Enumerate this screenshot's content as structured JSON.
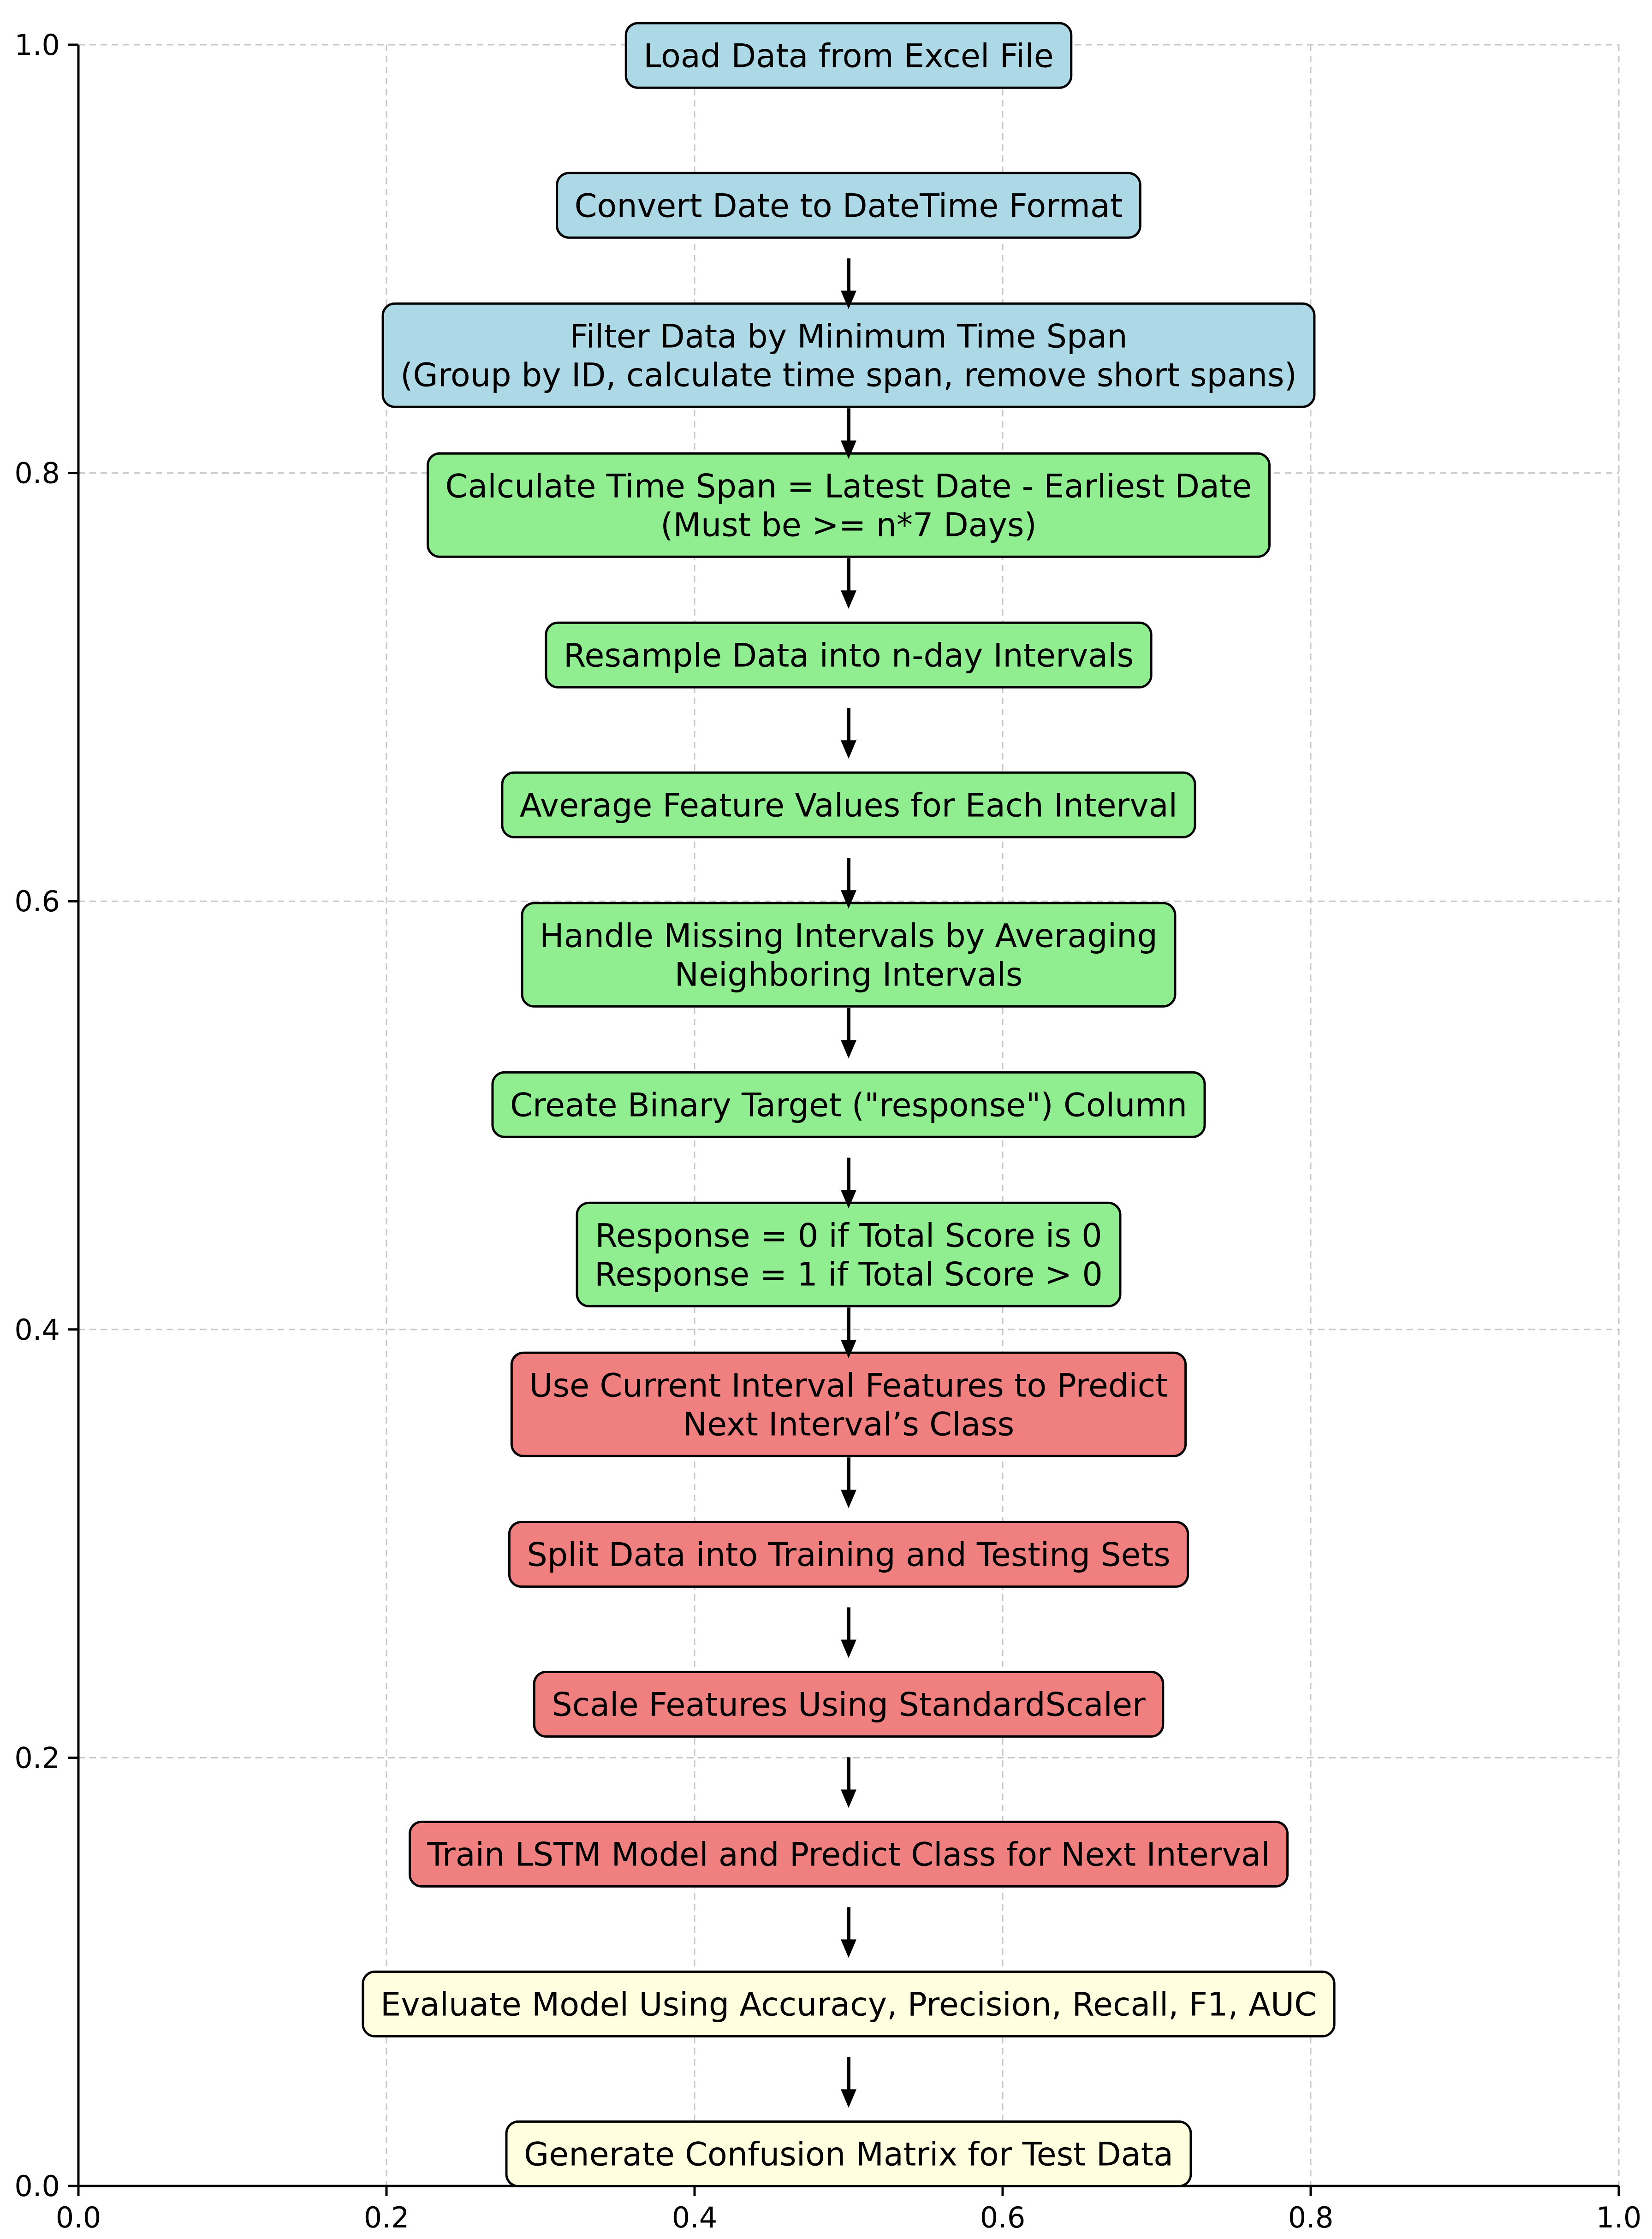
{
  "colors": {
    "load": "#add8e6",
    "preprocess": "#90ee90",
    "model": "#f08080",
    "evaluate": "#ffffe0"
  },
  "axes": {
    "xlim": [
      0.0,
      1.0
    ],
    "ylim": [
      0.0,
      1.0
    ],
    "x_ticks": [
      "0.0",
      "0.2",
      "0.4",
      "0.6",
      "0.8",
      "1.0"
    ],
    "y_ticks": [
      "0.0",
      "0.2",
      "0.4",
      "0.6",
      "0.8",
      "1.0"
    ],
    "grid": true
  },
  "nodes": [
    {
      "id": "load-data",
      "y": 0.995,
      "color": "load",
      "lines": [
        "Load Data from Excel File"
      ]
    },
    {
      "id": "convert-date",
      "y": 0.925,
      "color": "load",
      "lines": [
        "Convert Date to DateTime Format"
      ]
    },
    {
      "id": "filter-data",
      "y": 0.855,
      "color": "load",
      "lines": [
        "Filter Data by Minimum Time Span",
        "(Group by ID, calculate time span, remove short spans)"
      ]
    },
    {
      "id": "calculate-time-span",
      "y": 0.785,
      "color": "preprocess",
      "lines": [
        "Calculate Time Span = Latest Date - Earliest Date",
        "(Must be >= n*7 Days)"
      ]
    },
    {
      "id": "resample-data",
      "y": 0.715,
      "color": "preprocess",
      "lines": [
        "Resample Data into n-day Intervals"
      ]
    },
    {
      "id": "average-features",
      "y": 0.645,
      "color": "preprocess",
      "lines": [
        "Average Feature Values for Each Interval"
      ]
    },
    {
      "id": "handle-missing",
      "y": 0.575,
      "color": "preprocess",
      "lines": [
        "Handle Missing Intervals by Averaging",
        "Neighboring Intervals"
      ]
    },
    {
      "id": "create-target",
      "y": 0.505,
      "color": "preprocess",
      "lines": [
        "Create Binary Target (\"response\") Column"
      ]
    },
    {
      "id": "response-rules",
      "y": 0.435,
      "color": "preprocess",
      "lines": [
        "Response = 0 if Total Score is 0",
        "Response = 1 if Total Score > 0"
      ]
    },
    {
      "id": "use-current-features",
      "y": 0.365,
      "color": "model",
      "lines": [
        "Use Current Interval Features to Predict",
        "Next Interval’s Class"
      ]
    },
    {
      "id": "split-data",
      "y": 0.295,
      "color": "model",
      "lines": [
        "Split Data into Training and Testing Sets"
      ]
    },
    {
      "id": "scale-features",
      "y": 0.225,
      "color": "model",
      "lines": [
        "Scale Features Using StandardScaler"
      ]
    },
    {
      "id": "train-lstm",
      "y": 0.155,
      "color": "model",
      "lines": [
        "Train LSTM Model and Predict Class for Next Interval"
      ]
    },
    {
      "id": "evaluate-model",
      "y": 0.085,
      "color": "evaluate",
      "lines": [
        "Evaluate Model Using Accuracy, Precision, Recall, F1, AUC"
      ]
    },
    {
      "id": "confusion-matrix",
      "y": 0.015,
      "color": "evaluate",
      "lines": [
        "Generate Confusion Matrix for Test Data"
      ]
    }
  ],
  "arrows": [
    {
      "from": "convert-date",
      "to": "filter-data"
    },
    {
      "from": "filter-data",
      "to": "calculate-time-span"
    },
    {
      "from": "calculate-time-span",
      "to": "resample-data"
    },
    {
      "from": "resample-data",
      "to": "average-features"
    },
    {
      "from": "average-features",
      "to": "handle-missing"
    },
    {
      "from": "handle-missing",
      "to": "create-target"
    },
    {
      "from": "create-target",
      "to": "response-rules"
    },
    {
      "from": "response-rules",
      "to": "use-current-features"
    },
    {
      "from": "use-current-features",
      "to": "split-data"
    },
    {
      "from": "split-data",
      "to": "scale-features"
    },
    {
      "from": "scale-features",
      "to": "train-lstm"
    },
    {
      "from": "train-lstm",
      "to": "evaluate-model"
    },
    {
      "from": "evaluate-model",
      "to": "confusion-matrix"
    }
  ]
}
